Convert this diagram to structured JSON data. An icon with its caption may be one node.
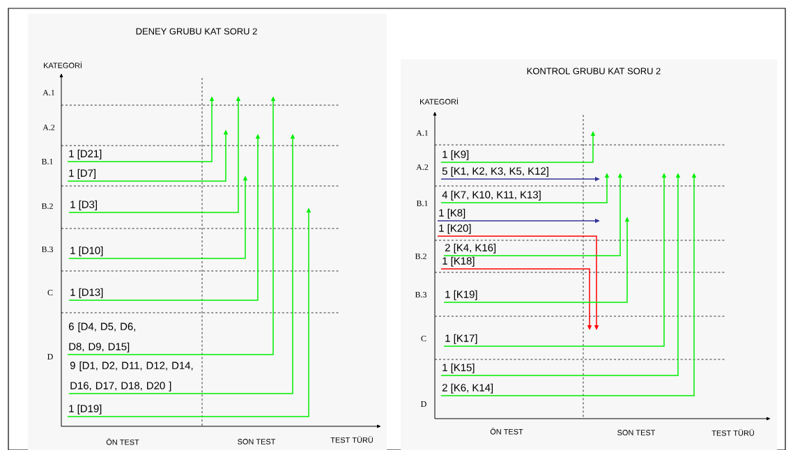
{
  "diagram": {
    "nodes": [
      {
        "text": [
          "1 [D21]"
        ]
      },
      {
        "text": [
          "1 [D7]"
        ]
      },
      {
        "text": [
          "1 [D3]"
        ]
      },
      {
        "text": [
          "1 [D10]"
        ]
      },
      {
        "text": [
          "1 [D13]"
        ]
      },
      {
        "text": [
          "6 [D4, D5, D6, D8, D9, D15]"
        ]
      },
      {
        "text": [
          "9 [D1, D2, D11, D12, D14, D16, D17, D18, D20 ]"
        ]
      },
      {
        "text": [
          "1 [D19]"
        ]
      },
      {
        "text": [
          "1 [K9]"
        ]
      },
      {
        "text": [
          "5 [K1, K2, K3, K5, K12]"
        ]
      },
      {
        "text": [
          "4 [K7, K10, K11, K13]"
        ]
      },
      {
        "text": [
          "1 [K8]"
        ]
      },
      {
        "text": [
          "1 [K20]"
        ]
      },
      {
        "text": [
          "2 [K4, K16]"
        ]
      },
      {
        "text": [
          "1 [K18]"
        ]
      },
      {
        "text": [
          "1 [K19]"
        ]
      },
      {
        "text": [
          "1 [K17]"
        ]
      },
      {
        "text": [
          "1 [K15]"
        ]
      },
      {
        "text": [
          "2 [K6, K14]"
        ]
      }
    ],
    "edges": [
      {
        "from": 0,
        "to": null,
        "arrow": "to"
      },
      {
        "from": 1,
        "to": null,
        "arrow": "to"
      },
      {
        "from": 2,
        "to": null,
        "arrow": "to"
      },
      {
        "from": 3,
        "to": null,
        "arrow": "to"
      },
      {
        "from": 4,
        "to": null,
        "arrow": "to"
      },
      {
        "from": 5,
        "to": null,
        "arrow": "to"
      },
      {
        "from": 6,
        "to": null,
        "arrow": "to"
      },
      {
        "from": 7,
        "to": null,
        "arrow": "to"
      },
      {
        "from": 8,
        "to": null,
        "arrow": "to"
      },
      {
        "from": 9,
        "to": null,
        "arrow": "to",
        "color": "#333399"
      },
      {
        "from": 10,
        "to": null,
        "arrow": "to"
      },
      {
        "from": 11,
        "to": null,
        "arrow": "to",
        "color": "#333399"
      },
      {
        "from": 12,
        "to": null,
        "arrow": "to",
        "color": "#ff0000"
      },
      {
        "from": 13,
        "to": null,
        "arrow": "to"
      },
      {
        "from": 14,
        "to": null,
        "arrow": "to",
        "color": "#ff0000"
      },
      {
        "from": 15,
        "to": null,
        "arrow": "to"
      },
      {
        "from": 16,
        "to": null,
        "arrow": "to"
      },
      {
        "from": 17,
        "to": null,
        "arrow": "to"
      },
      {
        "from": 18,
        "to": null,
        "arrow": "to"
      }
    ],
    "labels": [
      "DENEY GRUBU KAT SORU 2",
      "KATEGORİ",
      "A.1",
      "A.2",
      "B.1",
      "B.2",
      "B.3",
      "C",
      "D",
      "ÖN TEST",
      "SON TEST",
      "TEST TÜRÜ",
      "KONTROL GRUBU KAT SORU 2",
      "KATEGORİ",
      "A.1",
      "A.2",
      "B.1",
      "B.2",
      "B.3",
      "C",
      "D",
      "ÖN TEST",
      "SON TEST",
      "TEST TÜRÜ"
    ]
  }
}
